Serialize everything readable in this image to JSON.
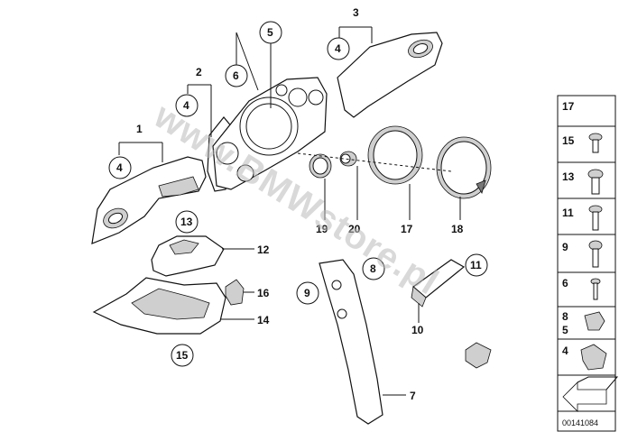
{
  "watermark": "www.BMWstore.pl",
  "diagram_id": "00141084",
  "callouts": {
    "c1": "1",
    "c2": "2",
    "c3": "3",
    "c4a": "4",
    "c4b": "4",
    "c4c": "4",
    "c5": "5",
    "c6": "6",
    "c7": "7",
    "c8": "8",
    "c9": "9",
    "c10": "10",
    "c11": "11",
    "c12": "12",
    "c13": "13",
    "c14": "14",
    "c15": "15",
    "c16": "16",
    "c17": "17",
    "c18": "18",
    "c19": "19",
    "c20": "20"
  },
  "side_panel": {
    "items": [
      {
        "label": "17"
      },
      {
        "label": "15"
      },
      {
        "label": "13"
      },
      {
        "label": "11"
      },
      {
        "label": "9"
      },
      {
        "label": "6"
      },
      {
        "label": "8",
        "label2": "5"
      },
      {
        "label": "4"
      }
    ]
  }
}
